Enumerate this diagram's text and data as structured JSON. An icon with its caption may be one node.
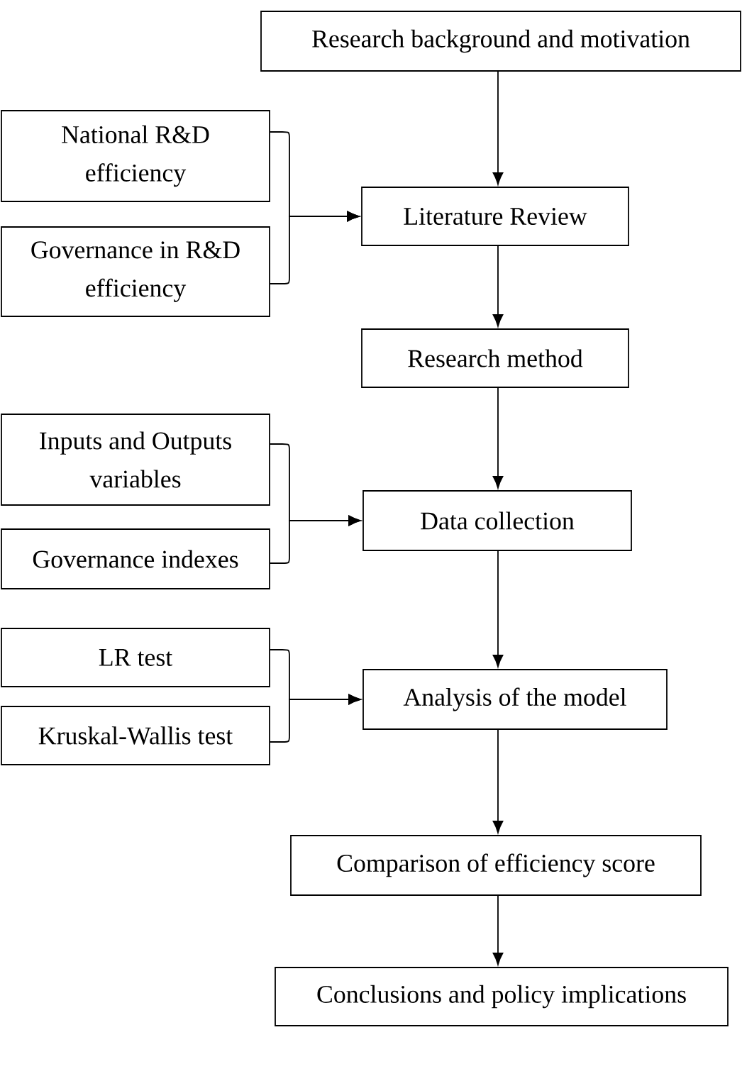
{
  "diagram": {
    "nodes": [
      {
        "text": [
          "Research background and motivation"
        ]
      },
      {
        "text": [
          "National R&D efficiency"
        ]
      },
      {
        "text": [
          "Governance in R&D efficiency"
        ]
      },
      {
        "text": [
          "Literature Review"
        ]
      },
      {
        "text": [
          "Research method"
        ]
      },
      {
        "text": [
          "Inputs and Outputs variables"
        ]
      },
      {
        "text": [
          "Governance indexes"
        ]
      },
      {
        "text": [
          "Data collection"
        ]
      },
      {
        "text": [
          "LR test"
        ]
      },
      {
        "text": [
          "Kruskal-Wallis test"
        ]
      },
      {
        "text": [
          "Analysis of the model"
        ]
      },
      {
        "text": [
          "Comparison of efficiency score"
        ]
      },
      {
        "text": [
          "Conclusions and policy implications"
        ]
      }
    ],
    "edges": [
      {
        "from": 0,
        "to": 3,
        "arrow": "to"
      },
      {
        "from": 1,
        "to": 3,
        "arrow": "to"
      },
      {
        "from": 2,
        "to": 3,
        "arrow": "to"
      },
      {
        "from": 3,
        "to": 4,
        "arrow": "to"
      },
      {
        "from": 4,
        "to": 7,
        "arrow": "to"
      },
      {
        "from": 5,
        "to": 7,
        "arrow": "to"
      },
      {
        "from": 6,
        "to": 7,
        "arrow": "to"
      },
      {
        "from": 7,
        "to": 10,
        "arrow": "to"
      },
      {
        "from": 8,
        "to": 10,
        "arrow": "to"
      },
      {
        "from": 9,
        "to": 10,
        "arrow": "to"
      },
      {
        "from": 10,
        "to": 11,
        "arrow": "to"
      },
      {
        "from": 11,
        "to": 12,
        "arrow": "to"
      }
    ]
  }
}
